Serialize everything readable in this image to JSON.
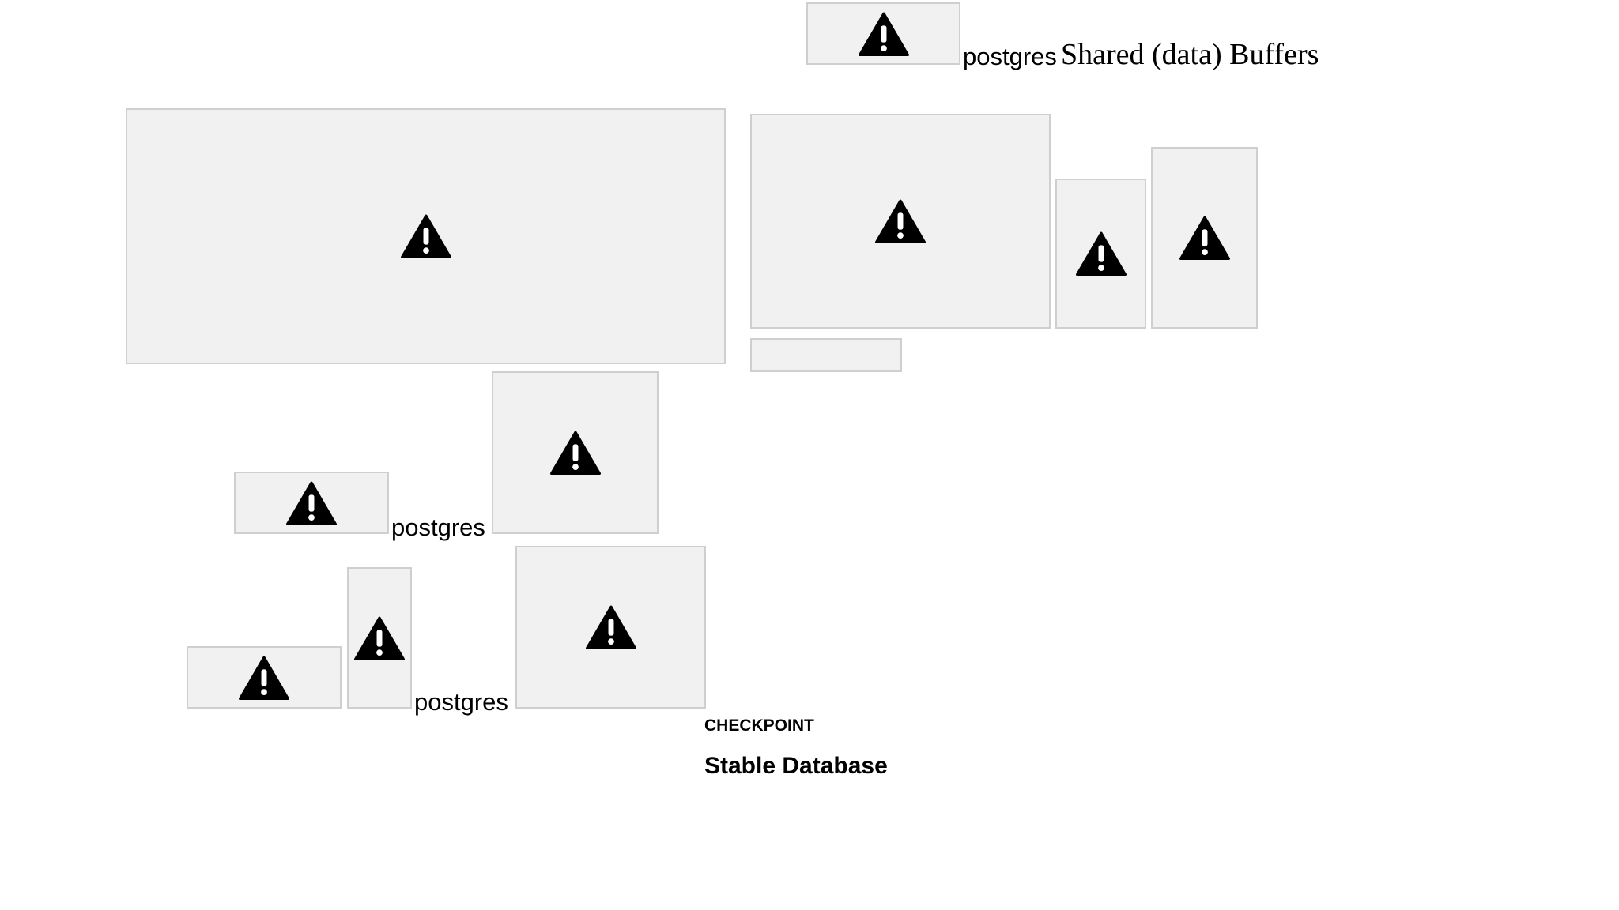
{
  "labels": {
    "shared_buffers_prefix": "postgres",
    "shared_buffers_title": "Shared (data) Buffers",
    "process_a": "postgres",
    "process_b": "postgres",
    "checkpoint": "CHECKPOINT",
    "stable_database": "Stable Database"
  },
  "icons": {
    "placeholder": "warning-icon"
  },
  "colors": {
    "placeholder_fill": "#f1f1f1",
    "placeholder_border": "#cfcfcf",
    "icon": "#000000",
    "text": "#000000"
  }
}
